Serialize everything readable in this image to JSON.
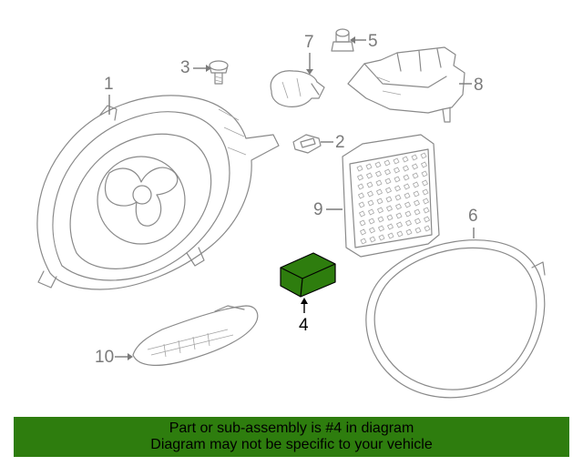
{
  "colors": {
    "highlight": "#2e7d0e",
    "line": "#8a8a8a",
    "banner": "#2e7d0e"
  },
  "callouts": {
    "c1": "1",
    "c2": "2",
    "c3": "3",
    "c4": "4",
    "c5": "5",
    "c6": "6",
    "c7": "7",
    "c8": "8",
    "c9": "9",
    "c10": "10"
  },
  "highlighted_part": "4",
  "banner": {
    "line1": "Part or sub-assembly is #4 in diagram",
    "line2": "Diagram may not be specific to your vehicle"
  }
}
